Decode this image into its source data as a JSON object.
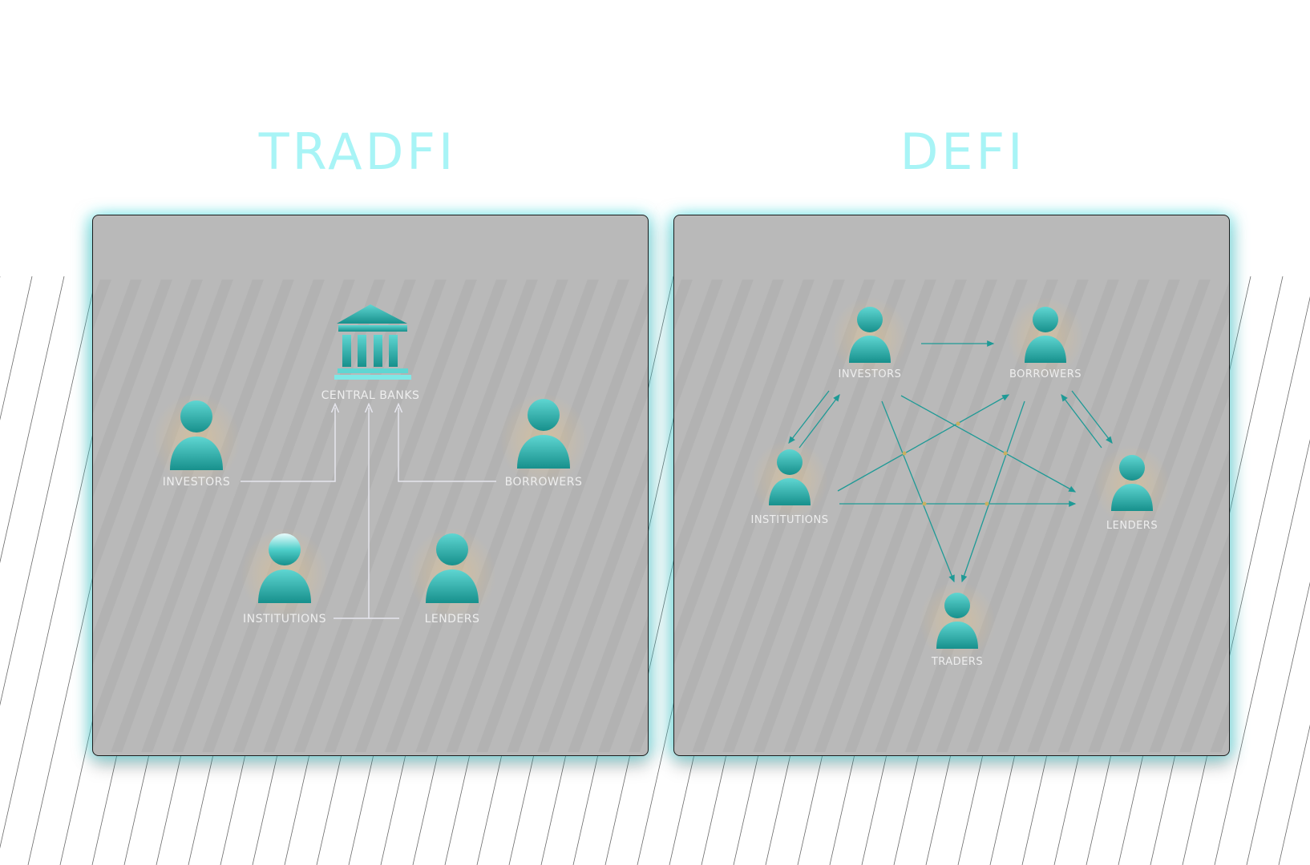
{
  "headings": {
    "tradfi": "TRADFI",
    "defi": "DEFI"
  },
  "tradfi": {
    "labels": {
      "central_banks": "CENTRAL BANKS",
      "investors": "INVESTORS",
      "borrowers": "BORROWERS",
      "institutions": "INSTITUTIONS",
      "lenders": "LENDERS"
    },
    "icons": {
      "central_banks": "bank-building-icon",
      "person": "person-icon"
    }
  },
  "defi": {
    "labels": {
      "investors": "INVESTORS",
      "borrowers": "BORROWERS",
      "institutions": "INSTITUTIONS",
      "lenders": "LENDERS",
      "traders": "TRADERS"
    },
    "icons": {
      "person": "person-icon"
    }
  },
  "colors": {
    "heading": "#a8f4f6",
    "panel": "#b9b9b9",
    "icon_top": "#5fd6d2",
    "icon_bottom": "#17908c",
    "label": "#eeeeee",
    "connector": "#e6e6ee",
    "defi_arrow": "#1e9a96",
    "glow": "#7fe8ec"
  }
}
